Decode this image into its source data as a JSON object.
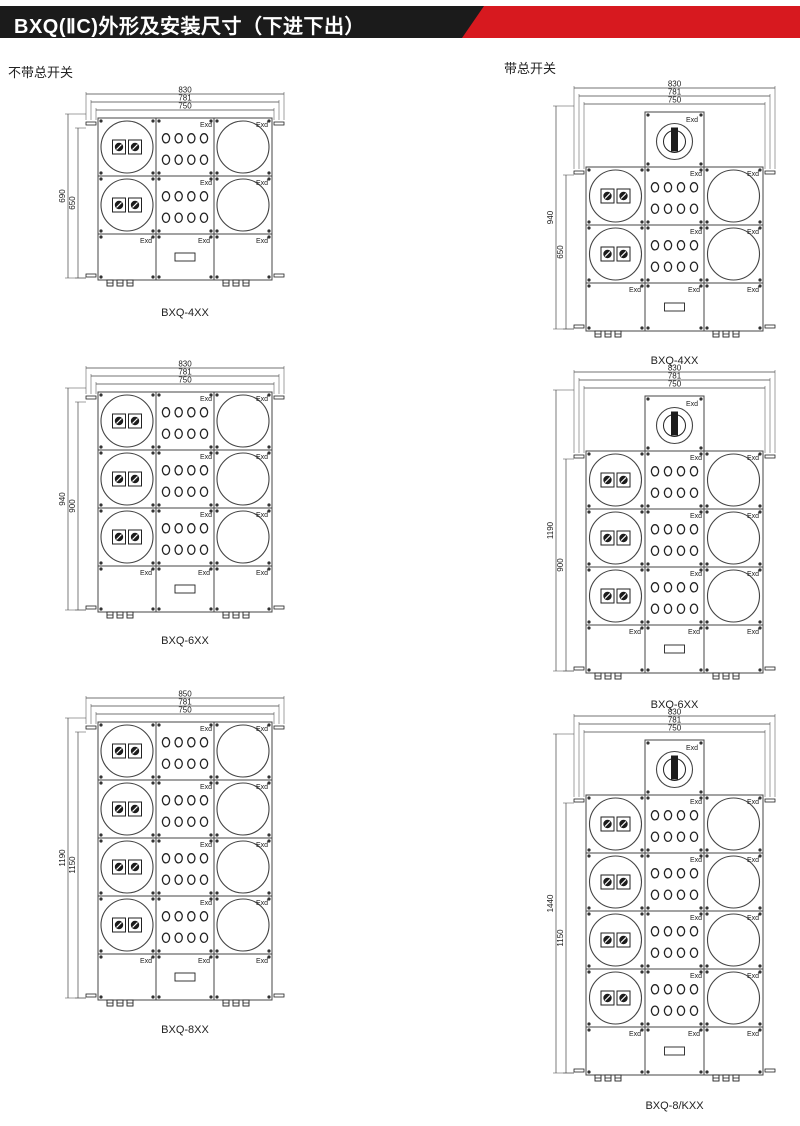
{
  "header": {
    "title": "BXQ(ⅡC)外形及安装尺寸（下进下出）"
  },
  "sections": {
    "left": "不带总开关",
    "right": "带总开关"
  },
  "mark": "Exd",
  "colors": {
    "header_bg": "#1b1b1b",
    "accent": "#d7191f",
    "line": "#444444"
  },
  "diagrams": [
    {
      "id": "L1",
      "caption": "BXQ-4XX",
      "main_switch": false,
      "rows": 2,
      "widths": [
        "830",
        "781",
        "750"
      ],
      "heights": [
        "690",
        "650"
      ]
    },
    {
      "id": "L2",
      "caption": "BXQ-6XX",
      "main_switch": false,
      "rows": 3,
      "widths": [
        "830",
        "781",
        "750"
      ],
      "heights": [
        "940",
        "900"
      ]
    },
    {
      "id": "L3",
      "caption": "BXQ-8XX",
      "main_switch": false,
      "rows": 4,
      "widths": [
        "850",
        "781",
        "750"
      ],
      "heights": [
        "1190",
        "1150"
      ]
    },
    {
      "id": "R1",
      "caption": "BXQ-4XX",
      "main_switch": true,
      "rows": 2,
      "widths": [
        "830",
        "781",
        "750"
      ],
      "heights": [
        "940",
        "650"
      ]
    },
    {
      "id": "R2",
      "caption": "BXQ-6XX",
      "main_switch": true,
      "rows": 3,
      "widths": [
        "830",
        "781",
        "750"
      ],
      "heights": [
        "1190",
        "900"
      ]
    },
    {
      "id": "R3",
      "caption": "BXQ-8/KXX",
      "main_switch": true,
      "rows": 4,
      "widths": [
        "830",
        "781",
        "750"
      ],
      "heights": [
        "1440",
        "1150"
      ]
    }
  ]
}
